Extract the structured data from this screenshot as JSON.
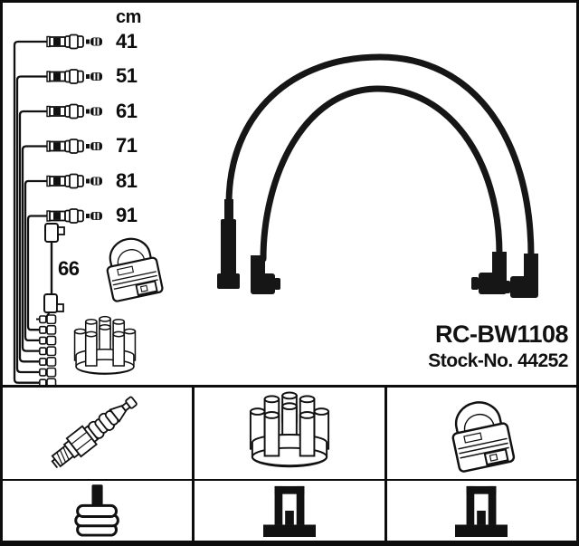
{
  "colors": {
    "background": "#ffffff",
    "ink": "#111111",
    "photo_black": "#161616"
  },
  "length_table": {
    "unit_header": "cm",
    "rows": [
      {
        "length": "41"
      },
      {
        "length": "51"
      },
      {
        "length": "61"
      },
      {
        "length": "71"
      },
      {
        "length": "81"
      },
      {
        "length": "91"
      }
    ],
    "coil_wire": {
      "length": "66"
    }
  },
  "product": {
    "code": "RC-BW1108",
    "stock_line": "Stock-No. 44252"
  },
  "legend": {
    "row1_items": [
      "spark-plug",
      "distributor-cap",
      "ignition-coil"
    ],
    "row2_items": [
      "plug-boot-terminal",
      "socket-terminal",
      "socket-terminal"
    ]
  }
}
